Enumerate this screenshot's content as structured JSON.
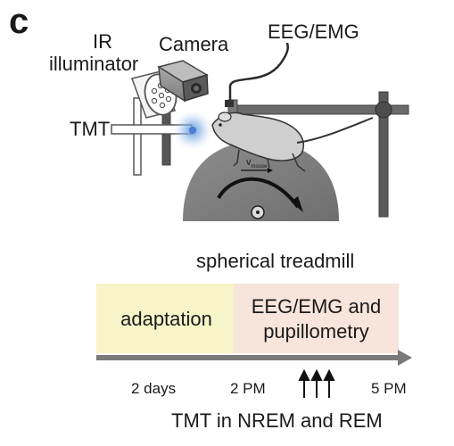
{
  "panel": {
    "letter": "c"
  },
  "apparatus": {
    "ir_line1": "IR",
    "ir_line2": "illuminator",
    "camera": "Camera",
    "eeg_emg": "EEG/EMG",
    "tmt": "TMT",
    "velocity_symbol": "v",
    "velocity_sub": "mouse",
    "treadmill": "spherical treadmill"
  },
  "timeline": {
    "phase1": "adaptation",
    "phase2_line1": "EEG/EMG and",
    "phase2_line2": "pupillometry",
    "tick1": "2 days",
    "tick2": "2 PM",
    "tick3": "5 PM",
    "caption": "TMT in NREM and REM"
  },
  "colors": {
    "adaptation_box": "#f7f4c9",
    "recording_box": "#f7e4da",
    "axis_arrow": "#7a7a7a",
    "tmt_glow": "#8fb6e8"
  }
}
